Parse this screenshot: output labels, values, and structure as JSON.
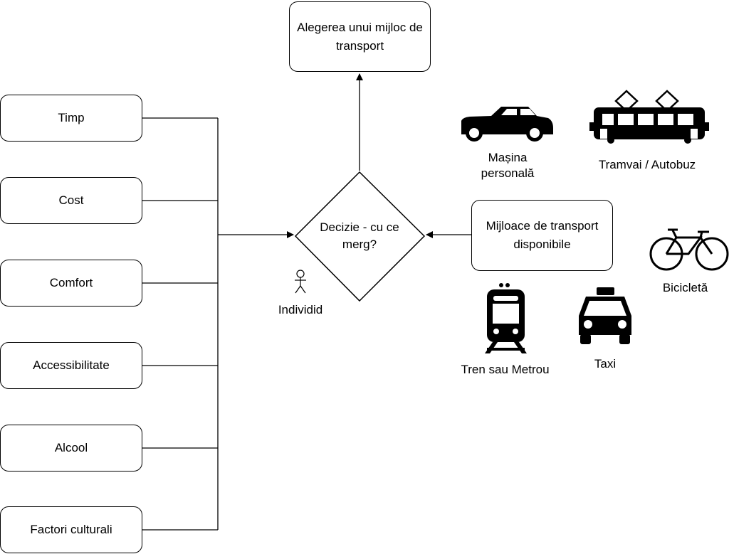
{
  "goal": "Alegerea unui mijloc de transport",
  "decision": "Decizie - cu ce merg?",
  "actor": "Individid",
  "factors": [
    "Timp",
    "Cost",
    "Comfort",
    "Accessibilitate",
    "Alcool",
    "Factori culturali"
  ],
  "modes_box": "Mijloace de transport disponibile",
  "transports": {
    "car": "Mașina personală",
    "tram": "Tramvai / Autobuz",
    "bike": "Bicicletă",
    "train": "Tren sau Metrou",
    "taxi": "Taxi"
  },
  "icons": [
    "car-icon",
    "tram-icon",
    "bicycle-icon",
    "train-icon",
    "taxi-icon",
    "stick-figure-icon"
  ]
}
